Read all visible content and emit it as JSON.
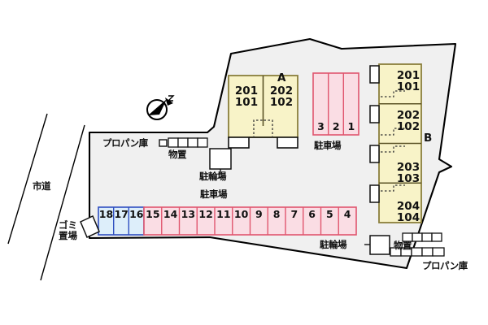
{
  "map": {
    "title": "apartment-site-plan",
    "colors": {
      "site_fill": "#f0f0f0",
      "site_stroke": "#000000",
      "building_fill": "#f8f3c8",
      "building_stroke": "#8a7f3d",
      "parking_pink_fill": "#fadde4",
      "parking_pink_stroke": "#e0566e",
      "parking_blue_fill": "#ddeefa",
      "parking_blue_stroke": "#2f4fc0",
      "entrance_fill": "#ffffff",
      "box_fill": "#ffffff",
      "text": "#111111"
    }
  },
  "buildings": [
    {
      "name": "A",
      "letter": "A",
      "units": [
        {
          "upper": "201",
          "lower": "101"
        },
        {
          "upper": "202",
          "lower": "102"
        }
      ]
    },
    {
      "name": "B",
      "letter": "B",
      "units": [
        {
          "upper": "201",
          "lower": "101"
        },
        {
          "upper": "202",
          "lower": "102"
        },
        {
          "upper": "203",
          "lower": "103"
        },
        {
          "upper": "204",
          "lower": "104"
        }
      ]
    }
  ],
  "parking": {
    "label": "駐車場",
    "upper_lot": {
      "label": "駐車場",
      "stalls": [
        "3",
        "2",
        "1"
      ]
    },
    "lower_lot": {
      "label": "駐車場",
      "stalls_blue": [
        "18",
        "17",
        "16"
      ],
      "stalls_pink": [
        "15",
        "14",
        "13",
        "12",
        "11",
        "10",
        "9",
        "8",
        "7",
        "6",
        "5",
        "4"
      ]
    }
  },
  "facilities": {
    "propane_top": "プロパン庫",
    "storage_top": "物置",
    "bicycle_top": "駐輪場",
    "bicycle_bottom": "駐輪場",
    "storage_bottom": "物置",
    "propane_bottom": "プロパン庫",
    "garbage": "ゴミ置場",
    "garbage_line1": "ゴミ",
    "garbage_line2": "置場"
  },
  "roads": {
    "city_road": "市道"
  },
  "compass": {
    "name": "north-arrow",
    "label": "N"
  }
}
